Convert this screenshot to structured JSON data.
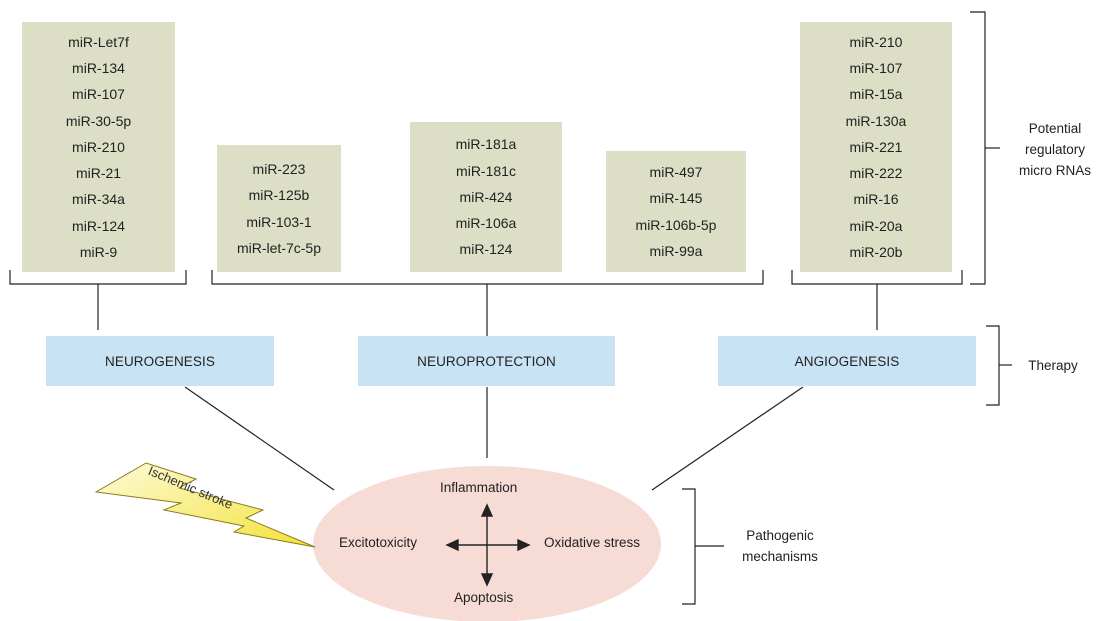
{
  "mirna_groups": {
    "neurogenesis": [
      "miR-Let7f",
      "miR-134",
      "miR-107",
      "miR-30-5p",
      "miR-210",
      "miR-21",
      "miR-34a",
      "miR-124",
      "miR-9"
    ],
    "neuroprotection_1": [
      "miR-223",
      "miR-125b",
      "miR-103-1",
      "miR-let-7c-5p"
    ],
    "neuroprotection_2": [
      "miR-181a",
      "miR-181c",
      "miR-424",
      "miR-106a",
      "miR-124"
    ],
    "neuroprotection_3": [
      "miR-497",
      "miR-145",
      "miR-106b-5p",
      "miR-99a"
    ],
    "angiogenesis": [
      "miR-210",
      "miR-107",
      "miR-15a",
      "miR-130a",
      "miR-221",
      "miR-222",
      "miR-16",
      "miR-20a",
      "miR-20b"
    ]
  },
  "therapy": {
    "neurogenesis": "NEUROGENESIS",
    "neuroprotection": "NEUROPROTECTION",
    "angiogenesis": "ANGIOGENESIS"
  },
  "mechanisms": {
    "top": "Inflammation",
    "left": "Excitotoxicity",
    "right": "Oxidative stress",
    "bottom": "Apoptosis"
  },
  "stroke_label": "Ischemic stroke",
  "side_labels": {
    "mirna": "Potential regulatory micro RNAs",
    "mirna_lines": [
      "Potential",
      "regulatory",
      "micro RNAs"
    ],
    "therapy": "Therapy",
    "pathogenic": "Pathogenic mechanisms",
    "pathogenic_lines": [
      "Pathogenic",
      "mechanisms"
    ]
  },
  "colors": {
    "mirna_box": "#dcdfc6",
    "therapy_box": "#c8e3f3",
    "ellipse": "#f6dcd5",
    "lightning_fill_start": "#fdfbd8",
    "lightning_fill_end": "#f3e23a"
  }
}
